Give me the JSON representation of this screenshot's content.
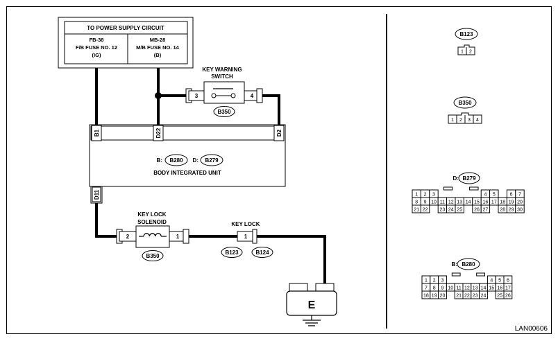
{
  "power_supply": {
    "title": "TO POWER SUPPLY CIRCUIT",
    "left": [
      "FB-38",
      "F/B FUSE NO. 12",
      "(IG)"
    ],
    "right": [
      "MB-28",
      "M/B FUSE NO. 14",
      "(B)"
    ]
  },
  "key_warning_switch": {
    "label_line1": "KEY WARNING",
    "label_line2": "SWITCH",
    "pin_left": "3",
    "pin_right": "4",
    "connector": "B350"
  },
  "body_integrated_unit": {
    "pins": [
      "B1",
      "D22",
      "D2"
    ],
    "connector_prefix_b": "B:",
    "connector_b": "B280",
    "connector_prefix_d": "D:",
    "connector_d": "B279",
    "name": "BODY INTEGRATED UNIT",
    "bottom_pin": "D11"
  },
  "key_lock_solenoid": {
    "label_line1": "KEY LOCK",
    "label_line2": "SOLENOID",
    "pin_left": "2",
    "pin_right": "1",
    "connector": "B350"
  },
  "key_lock": {
    "label": "KEY LOCK",
    "pin": "1",
    "connector_a": "B123",
    "connector_b": "B124"
  },
  "ground": {
    "label": "E"
  },
  "connector_views": {
    "b123": {
      "label": "B123",
      "pins": [
        "1",
        "2"
      ]
    },
    "b350": {
      "label": "B350",
      "pins": [
        "1",
        "2",
        "3",
        "4"
      ]
    },
    "b279": {
      "prefix": "D:",
      "label": "B279",
      "rows": [
        [
          "1",
          "2",
          "3",
          "",
          "",
          "",
          "",
          "",
          "4",
          "5",
          "",
          "6",
          "7"
        ],
        [
          "8",
          "9",
          "10",
          "11",
          "12",
          "13",
          "14",
          "15",
          "16",
          "17",
          "18",
          "19",
          "20"
        ],
        [
          "21",
          "22",
          "",
          "23",
          "24",
          "25",
          "",
          "26",
          "27",
          "",
          "28",
          "29",
          "30"
        ]
      ]
    },
    "b280": {
      "prefix": "B:",
      "label": "B280",
      "rows": [
        [
          "1",
          "2",
          "3",
          "",
          "",
          "",
          "",
          "",
          "4",
          "5",
          "6"
        ],
        [
          "7",
          "8",
          "9",
          "10",
          "11",
          "12",
          "13",
          "14",
          "15",
          "16",
          "17"
        ],
        [
          "18",
          "19",
          "20",
          "",
          "21",
          "22",
          "23",
          "24",
          "",
          "25",
          "26"
        ]
      ]
    }
  },
  "figure_id": "LAN00606"
}
